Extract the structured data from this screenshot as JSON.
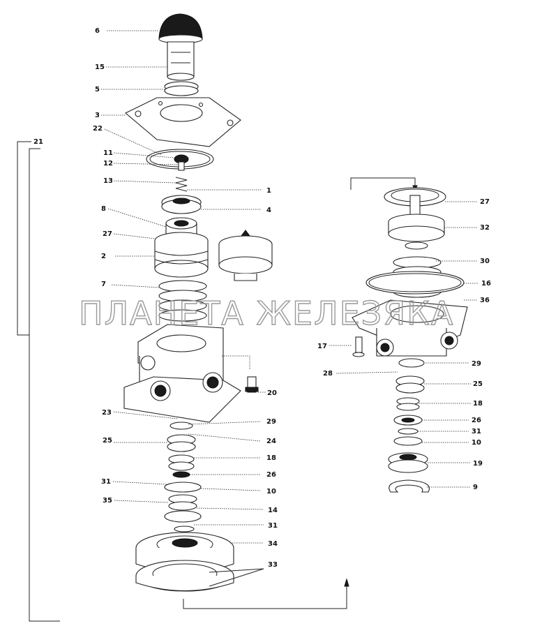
{
  "watermark": "ПЛАНЕТА ЖЕЛЕЗЯКА",
  "left_assembly": {
    "labels": {
      "p6": "6",
      "p15": "15",
      "p5": "5",
      "p3": "3",
      "p22": "22",
      "p21": "21",
      "p11": "11",
      "p12": "12",
      "p13": "13",
      "p1": "1",
      "p4": "4",
      "p8": "8",
      "p27": "27",
      "p2": "2",
      "p7": "7",
      "p20": "20",
      "p23": "23",
      "p29": "29",
      "p24": "24",
      "p25": "25",
      "p18": "18",
      "p26": "26",
      "p31a": "31",
      "p10": "10",
      "p35": "35",
      "p14": "14",
      "p31b": "31",
      "p34": "34",
      "p33": "33"
    }
  },
  "right_assembly": {
    "labels": {
      "p27": "27",
      "p32": "32",
      "p30": "30",
      "p16": "16",
      "p36": "36",
      "p17": "17",
      "p29": "29",
      "p28": "28",
      "p25": "25",
      "p18": "18",
      "p26": "26",
      "p31": "31",
      "p10": "10",
      "p19": "19",
      "p9": "9"
    }
  }
}
